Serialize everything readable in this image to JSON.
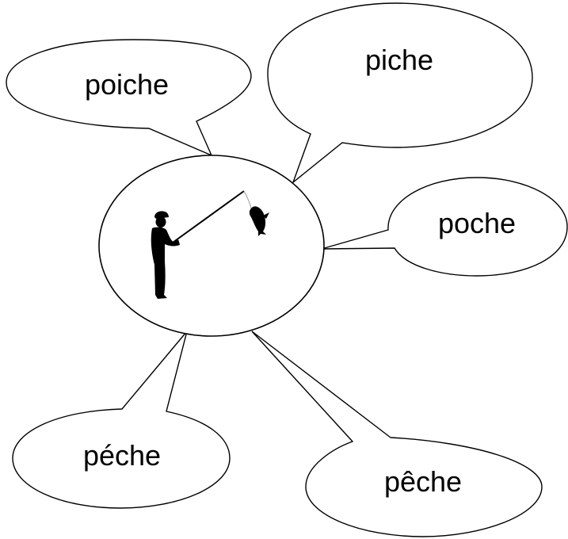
{
  "bubbles": [
    {
      "id": "poiche",
      "label": "poiche"
    },
    {
      "id": "piche",
      "label": "piche"
    },
    {
      "id": "poche",
      "label": "poche"
    },
    {
      "id": "peche-acute",
      "label": "péche"
    },
    {
      "id": "peche-circumflex",
      "label": "pêche"
    }
  ],
  "center": {
    "icon": "fisherman-icon",
    "catch_icon": "fish-icon"
  }
}
